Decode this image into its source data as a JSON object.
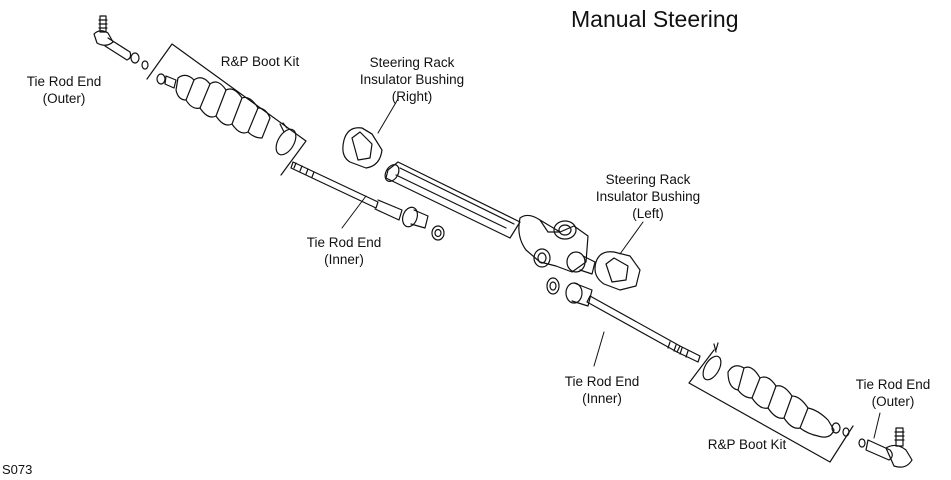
{
  "title": "Manual Steering",
  "figure_code": "S073",
  "labels": {
    "tie_rod_end_outer_left": [
      "Tie Rod End",
      "(Outer)"
    ],
    "rp_boot_kit_top": "R&P Boot Kit",
    "insulator_bushing_right": [
      "Steering Rack",
      "Insulator Bushing",
      "(Right)"
    ],
    "insulator_bushing_left": [
      "Steering Rack",
      "Insulator Bushing",
      "(Left)"
    ],
    "tie_rod_end_inner_left": [
      "Tie Rod End",
      "(Inner)"
    ],
    "tie_rod_end_inner_right": [
      "Tie Rod End",
      "(Inner)"
    ],
    "tie_rod_end_outer_right": [
      "Tie Rod End",
      "(Outer)"
    ],
    "rp_boot_kit_bottom": "R&P Boot Kit"
  }
}
